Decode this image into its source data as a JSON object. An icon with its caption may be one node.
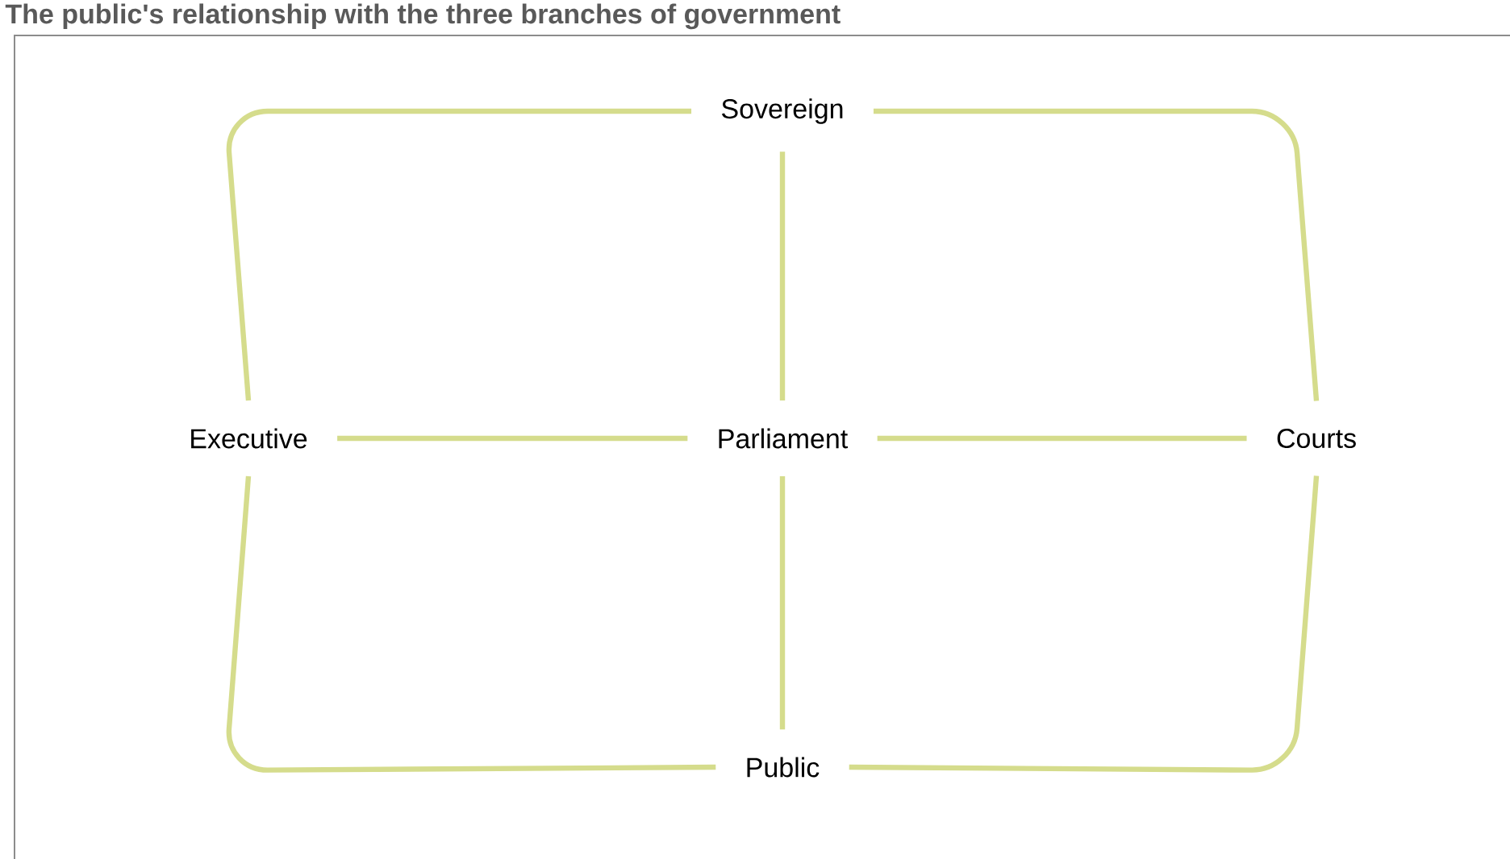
{
  "diagram": {
    "title": "The public's relationship with the three branches of government",
    "nodes": [
      {
        "text": [
          "Sovereign"
        ]
      },
      {
        "text": [
          "Executive"
        ]
      },
      {
        "text": [
          "Parliament"
        ]
      },
      {
        "text": [
          "Courts"
        ]
      },
      {
        "text": [
          "Public"
        ]
      }
    ],
    "edges": [
      {
        "from": 0,
        "to": 1,
        "arrow": "none"
      },
      {
        "from": 0,
        "to": 2,
        "arrow": "none"
      },
      {
        "from": 0,
        "to": 3,
        "arrow": "none"
      },
      {
        "from": 1,
        "to": 2,
        "arrow": "none"
      },
      {
        "from": 2,
        "to": 3,
        "arrow": "none"
      },
      {
        "from": 1,
        "to": 4,
        "arrow": "none"
      },
      {
        "from": 2,
        "to": 4,
        "arrow": "none"
      },
      {
        "from": 3,
        "to": 4,
        "arrow": "none"
      }
    ]
  }
}
